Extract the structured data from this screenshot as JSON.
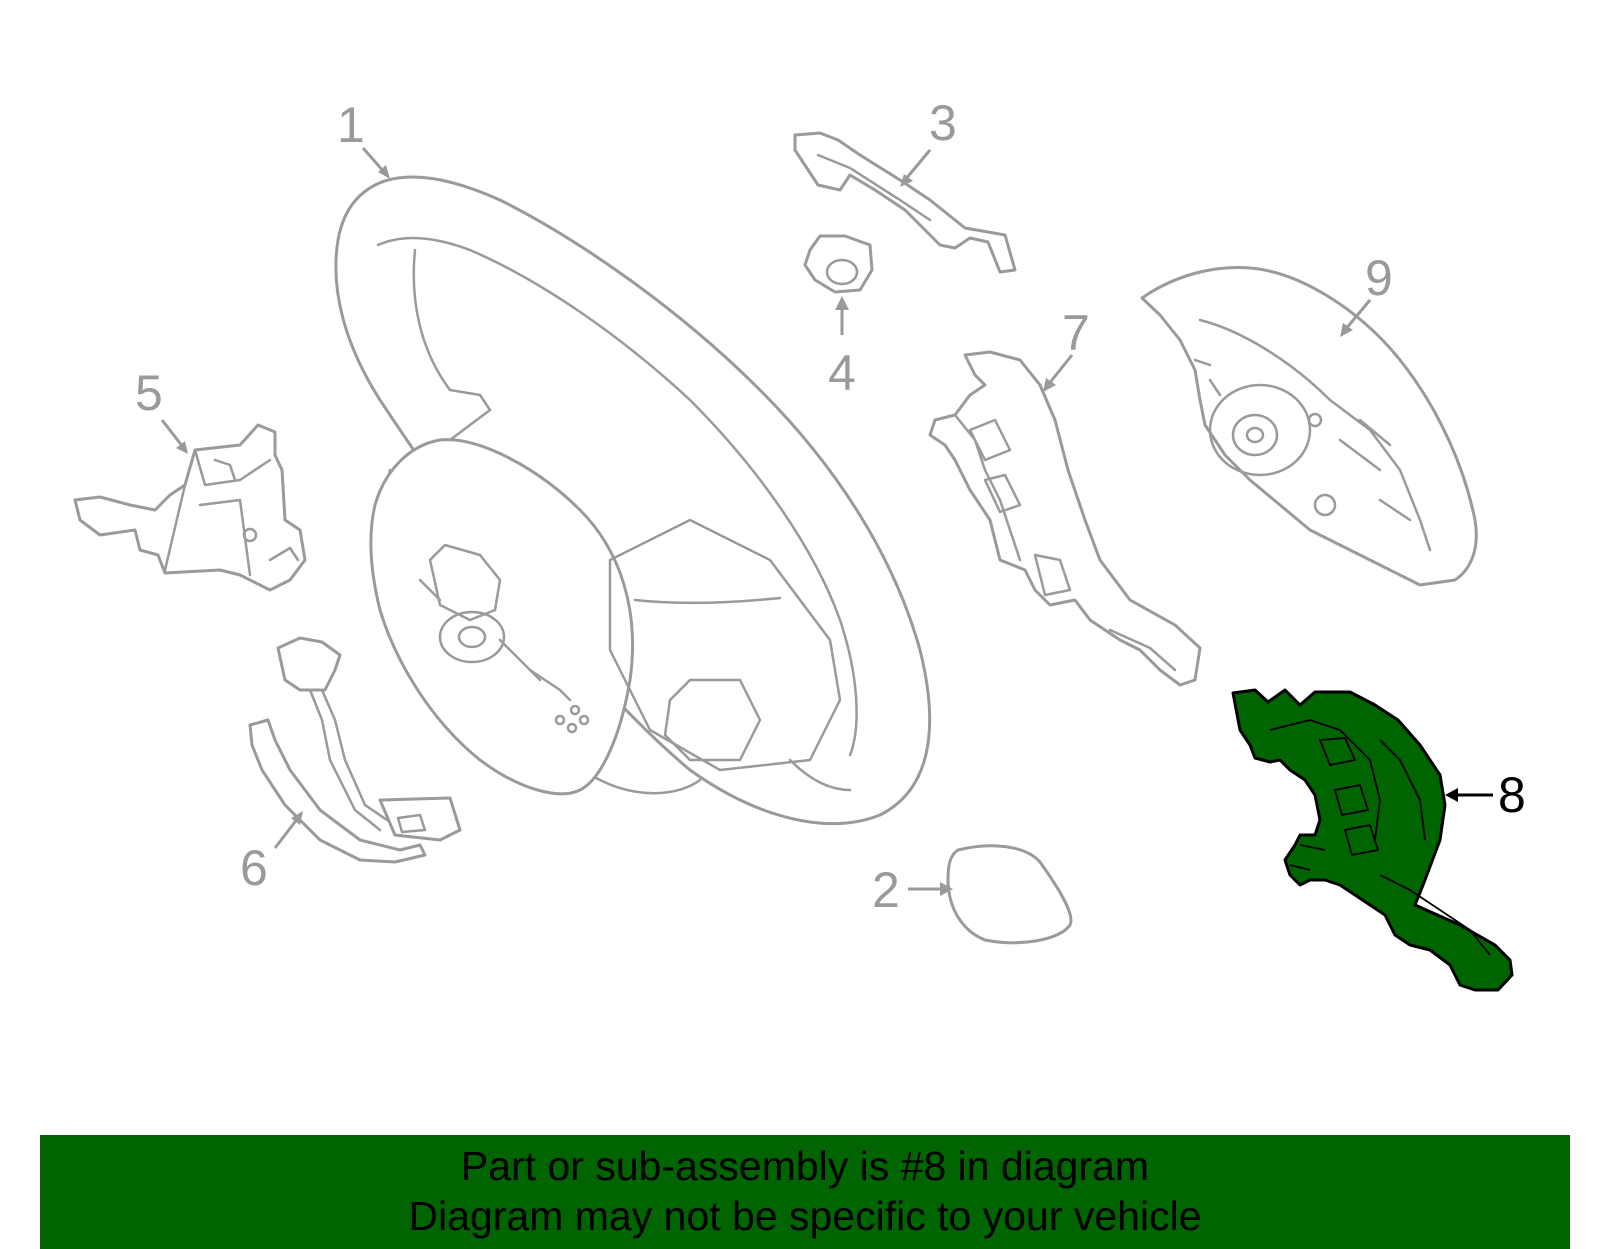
{
  "colors": {
    "highlight": "#006400",
    "banner_bg": "#006400",
    "outline_gray": "#9a9a9a",
    "text_black": "#000000"
  },
  "diagram": {
    "highlighted_part": "8",
    "callouts": [
      {
        "id": "1",
        "text": "1"
      },
      {
        "id": "2",
        "text": "2"
      },
      {
        "id": "3",
        "text": "3"
      },
      {
        "id": "4",
        "text": "4"
      },
      {
        "id": "5",
        "text": "5"
      },
      {
        "id": "6",
        "text": "6"
      },
      {
        "id": "7",
        "text": "7"
      },
      {
        "id": "8",
        "text": "8"
      },
      {
        "id": "9",
        "text": "9"
      }
    ]
  },
  "banner": {
    "line1": "Part or sub-assembly is #8 in diagram",
    "line2": "Diagram may not be specific to your vehicle"
  }
}
